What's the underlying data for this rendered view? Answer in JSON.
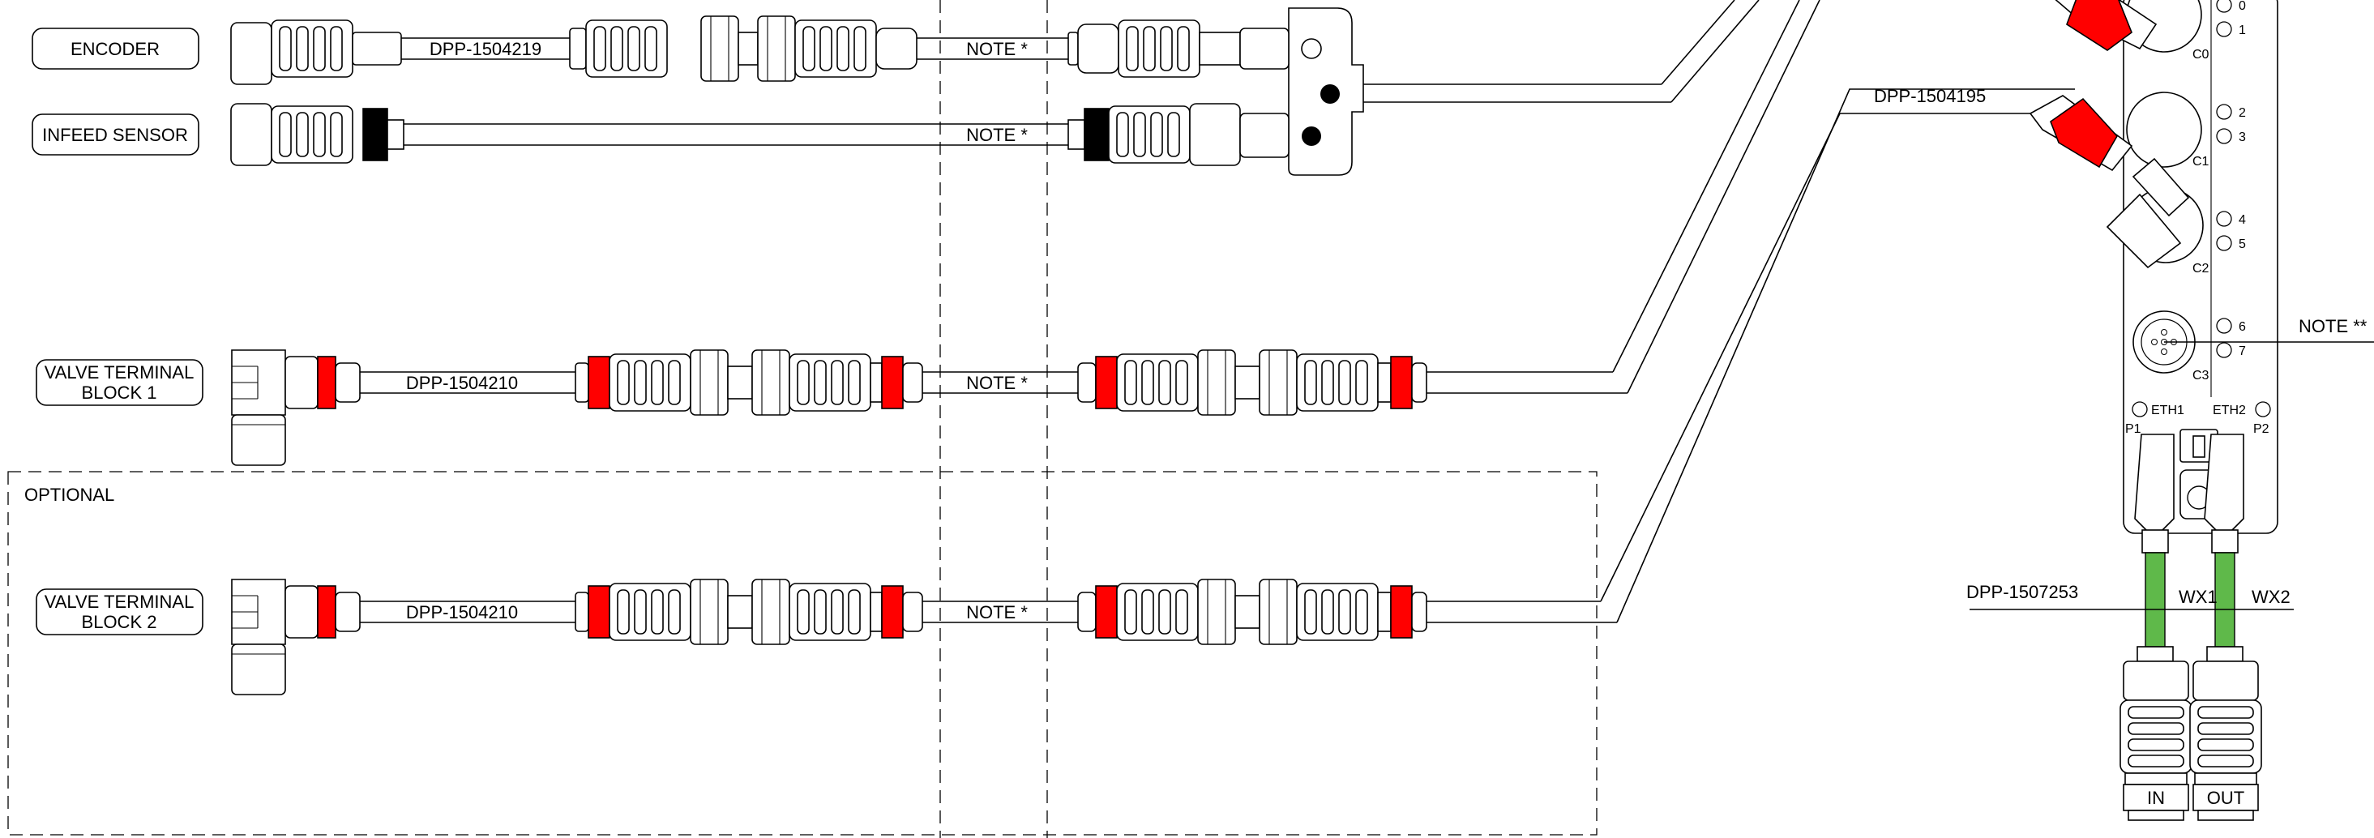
{
  "devices": {
    "encoder": "ENCODER",
    "infeed_sensor": "INFEED SENSOR",
    "valve_block_1": [
      "VALVE TERMINAL",
      "BLOCK 1"
    ],
    "valve_block_2": [
      "VALVE TERMINAL",
      "BLOCK 2"
    ]
  },
  "cables": {
    "encoder": "DPP-1504219",
    "valve_1": "DPP-1504210",
    "valve_2": "DPP-1504210",
    "module_drop": "DPP-1504195",
    "ethernet": "DPP-1507253"
  },
  "notes": {
    "star": "NOTE *",
    "double_star": "NOTE **"
  },
  "optional_label": "OPTIONAL",
  "module": {
    "pins": [
      "0",
      "1",
      "2",
      "3",
      "4",
      "5",
      "6",
      "7"
    ],
    "ports": [
      "C0",
      "C1",
      "C2",
      "C3"
    ],
    "eth1": "ETH1",
    "eth2": "ETH2",
    "p1": "P1",
    "p2": "P2",
    "wx1": "WX1",
    "wx2": "WX2",
    "in": "IN",
    "out": "OUT"
  },
  "colors": {
    "connector_red": "#ff0000",
    "cable_green": "#5fb94a",
    "black_band": "#000000"
  }
}
